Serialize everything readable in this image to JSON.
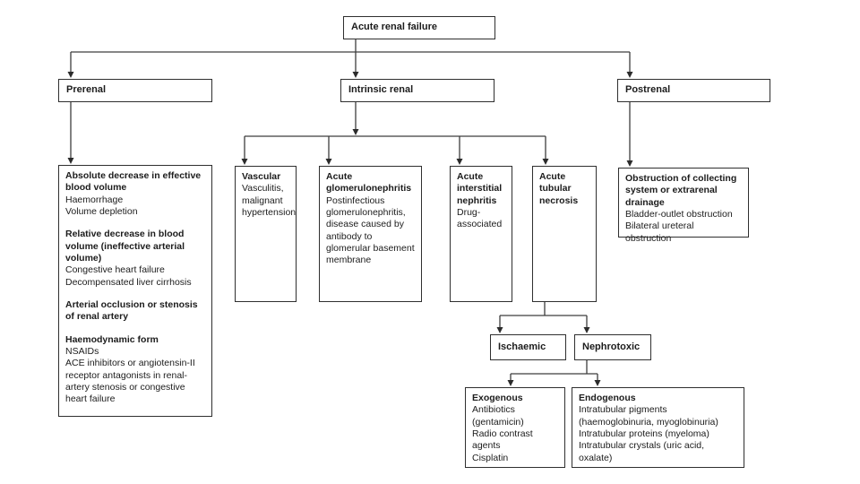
{
  "root": {
    "label": "Acute renal failure"
  },
  "prerenal": {
    "label": "Prerenal",
    "sections": [
      {
        "heading": "Absolute decrease in effective blood volume",
        "lines": [
          "Haemorrhage",
          "Volume depletion"
        ]
      },
      {
        "heading": "Relative decrease in blood volume (ineffective arterial volume)",
        "lines": [
          "Congestive heart failure",
          "Decompensated liver cirrhosis"
        ]
      },
      {
        "heading": "Arterial occlusion or stenosis of renal artery",
        "lines": []
      },
      {
        "heading": "Haemodynamic form",
        "lines": [
          "NSAIDs",
          "ACE inhibitors or angiotensin-II receptor antagonists in renal-artery stenosis or congestive heart failure"
        ]
      }
    ]
  },
  "intrinsic": {
    "label": "Intrinsic renal",
    "children": [
      {
        "heading": "Vascular",
        "lines": [
          "Vasculitis, malignant hypertension"
        ]
      },
      {
        "heading": "Acute glomerulonephritis",
        "lines": [
          "Postinfectious glomerulonephritis, disease caused by antibody to glomerular basement membrane"
        ]
      },
      {
        "heading": "Acute interstitial nephritis",
        "lines": [
          "Drug-associated"
        ]
      },
      {
        "heading": "Acute tubular necrosis",
        "lines": []
      }
    ]
  },
  "postrenal": {
    "label": "Postrenal",
    "detail": {
      "heading": "Obstruction of collecting system or extrarenal drainage",
      "lines": [
        "Bladder-outlet obstruction",
        "Bilateral ureteral obstruction"
      ]
    }
  },
  "tubular_necrosis": {
    "ischaemic_label": "Ischaemic",
    "nephrotoxic_label": "Nephrotoxic",
    "exogenous": {
      "heading": "Exogenous",
      "lines": [
        "Antibiotics",
        "(gentamicin)",
        "Radio contrast agents",
        "Cisplatin"
      ]
    },
    "endogenous": {
      "heading": "Endogenous",
      "lines": [
        "Intratubular pigments (haemoglobinuria, myoglobinuria)",
        "Intratubular proteins (myeloma)",
        "Intratubular crystals (uric acid, oxalate)"
      ]
    }
  },
  "colors": {
    "line": "#3d3d3d",
    "border": "#2f2f2f",
    "background": "#ffffff"
  }
}
